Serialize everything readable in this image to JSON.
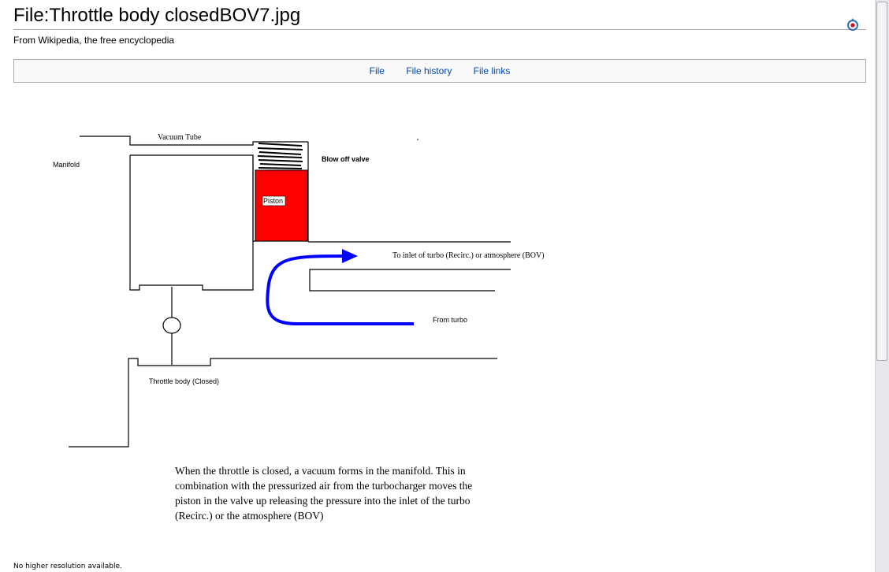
{
  "page": {
    "title": "File:Throttle body closedBOV7.jpg",
    "subtitle": "From Wikipedia, the free encyclopedia",
    "commons_icon": "commons-logo-icon"
  },
  "tabs": [
    {
      "label": "File"
    },
    {
      "label": "File history"
    },
    {
      "label": "File links"
    }
  ],
  "diagram": {
    "label_vacuum_tube": "Vacuum Tube",
    "label_manifold": "Manifold",
    "label_blow_off_valve": "Blow off valve",
    "label_piston": "Piston",
    "label_to_inlet": "To inlet of turbo (Recirc.) or atmosphere (BOV)",
    "label_from_turbo": "From turbo",
    "label_throttle_body": "Throttle body (Closed)",
    "caption_lines": [
      "When the throttle is closed, a vacuum forms in the manifold.  This in",
      "combination with the pressurized air from the turbocharger moves the",
      "piston in the valve up releasing the pressure into the inlet of the turbo",
      "(Recirc.) or the atmosphere (BOV)"
    ],
    "colors": {
      "piston": "#ff0000",
      "flow_arrow": "#0000ff"
    }
  },
  "footer": {
    "note": "No higher resolution available."
  }
}
